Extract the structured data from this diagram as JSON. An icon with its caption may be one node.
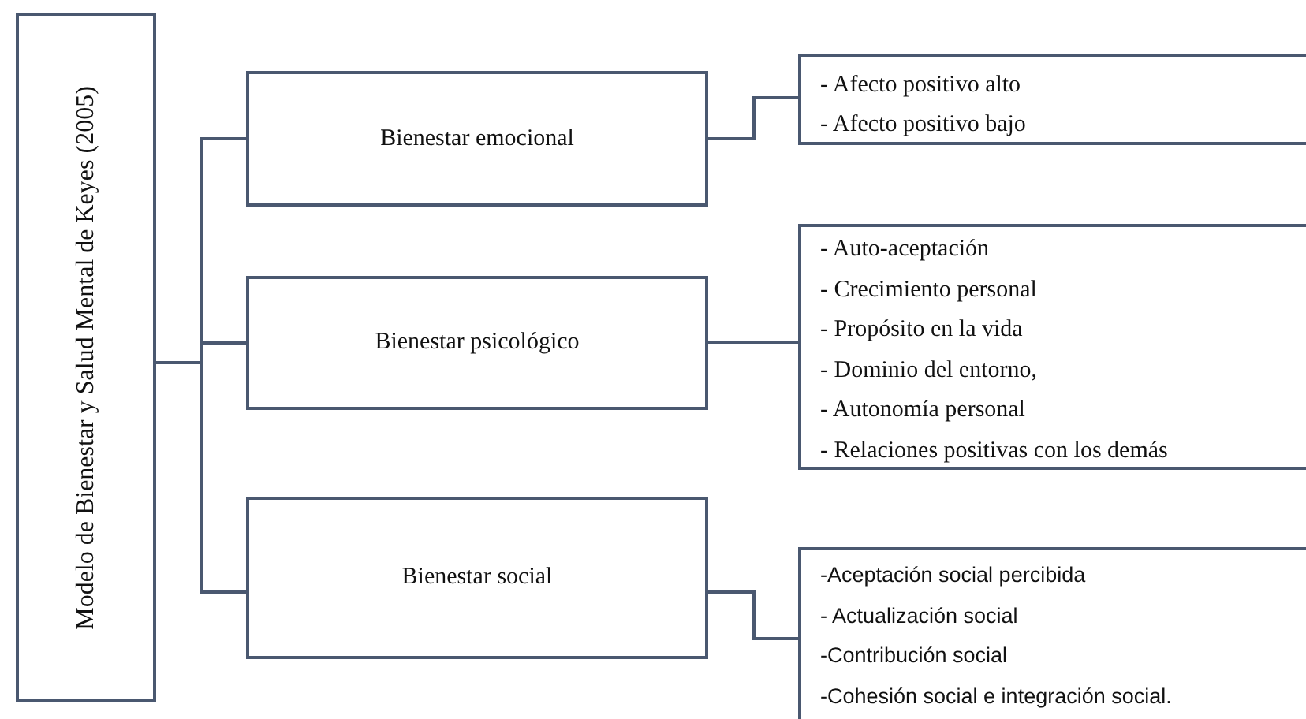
{
  "diagram": {
    "nodes": [
      {
        "text": [
          "Modelo de Bienestar y Salud Mental de Keyes (2005)"
        ]
      },
      {
        "text": [
          "Bienestar emocional"
        ]
      },
      {
        "text": [
          "Bienestar psicológico"
        ]
      },
      {
        "text": [
          "Bienestar social"
        ]
      },
      {
        "text": [
          "- Afecto positivo  alto",
          "- Afecto positivo bajo"
        ]
      },
      {
        "text": [
          "- Auto-aceptación",
          "- Crecimiento personal",
          "- Propósito en la vida",
          "- Dominio del entorno,",
          "- Autonomía personal",
          "- Relaciones positivas con los demás"
        ]
      },
      {
        "text": [
          "-Aceptación social percibida",
          "- Actualización social",
          "-Contribución social",
          "-Cohesión social e integración social."
        ]
      }
    ],
    "edges": [
      {
        "from": 0,
        "to": 1,
        "arrow": "none"
      },
      {
        "from": 0,
        "to": 2,
        "arrow": "none"
      },
      {
        "from": 0,
        "to": 3,
        "arrow": "none"
      },
      {
        "from": 1,
        "to": 4,
        "arrow": "none"
      },
      {
        "from": 2,
        "to": 5,
        "arrow": "none"
      },
      {
        "from": 3,
        "to": 6,
        "arrow": "none"
      }
    ]
  }
}
